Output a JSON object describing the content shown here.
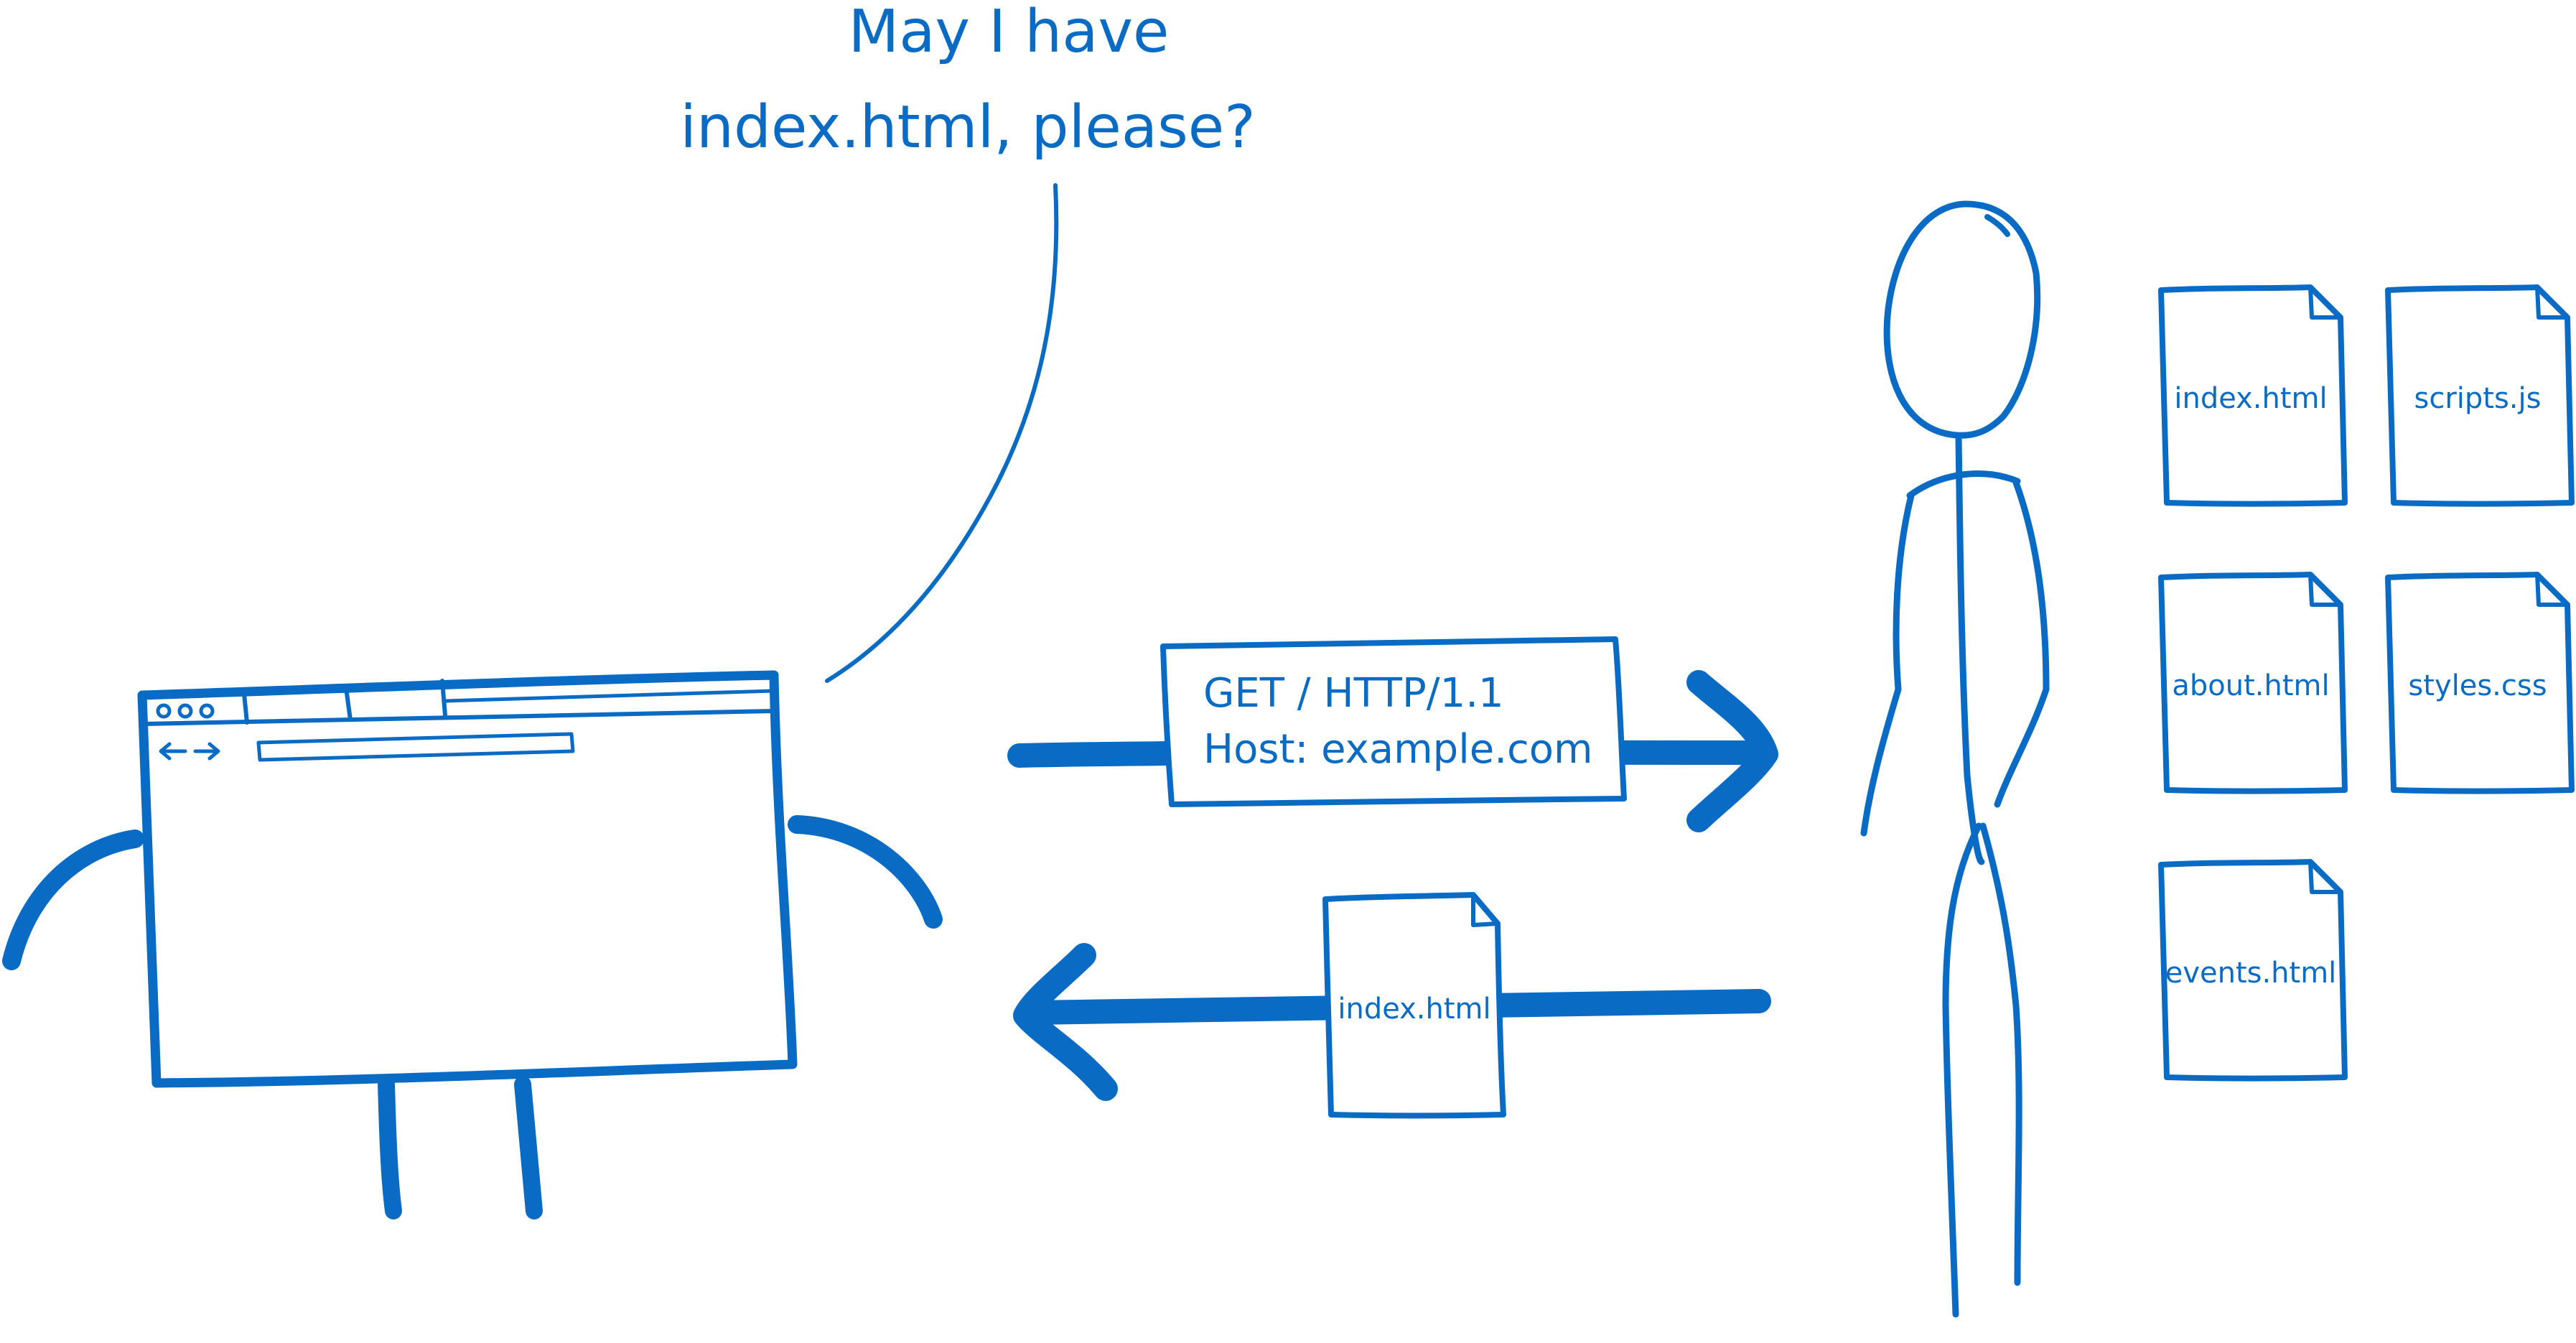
{
  "speech": {
    "line1": "May I have",
    "line2": "index.html, please?"
  },
  "request": {
    "line1": "GET / HTTP/1.1",
    "line2": "Host: example.com"
  },
  "response": {
    "file": "index.html"
  },
  "server_files": [
    "index.html",
    "scripts.js",
    "about.html",
    "styles.css",
    "events.html"
  ],
  "colors": {
    "ink": "#0a6bc4",
    "background": "#ffffff"
  },
  "icons": {
    "browser": "browser-character",
    "server": "stick-figure-server",
    "file": "document-icon"
  }
}
